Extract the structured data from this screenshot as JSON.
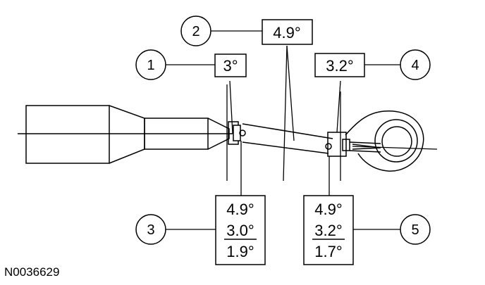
{
  "figure_id": "N0036629",
  "callouts": [
    {
      "number": "1",
      "label": "3°"
    },
    {
      "number": "2",
      "label": "4.9°"
    },
    {
      "number": "4",
      "label": "3.2°"
    }
  ],
  "calc_boxes": [
    {
      "number": "3",
      "lines": [
        "4.9°",
        "3.0°",
        "1.9°"
      ]
    },
    {
      "number": "5",
      "lines": [
        "4.9°",
        "3.2°",
        "1.7°"
      ]
    }
  ]
}
